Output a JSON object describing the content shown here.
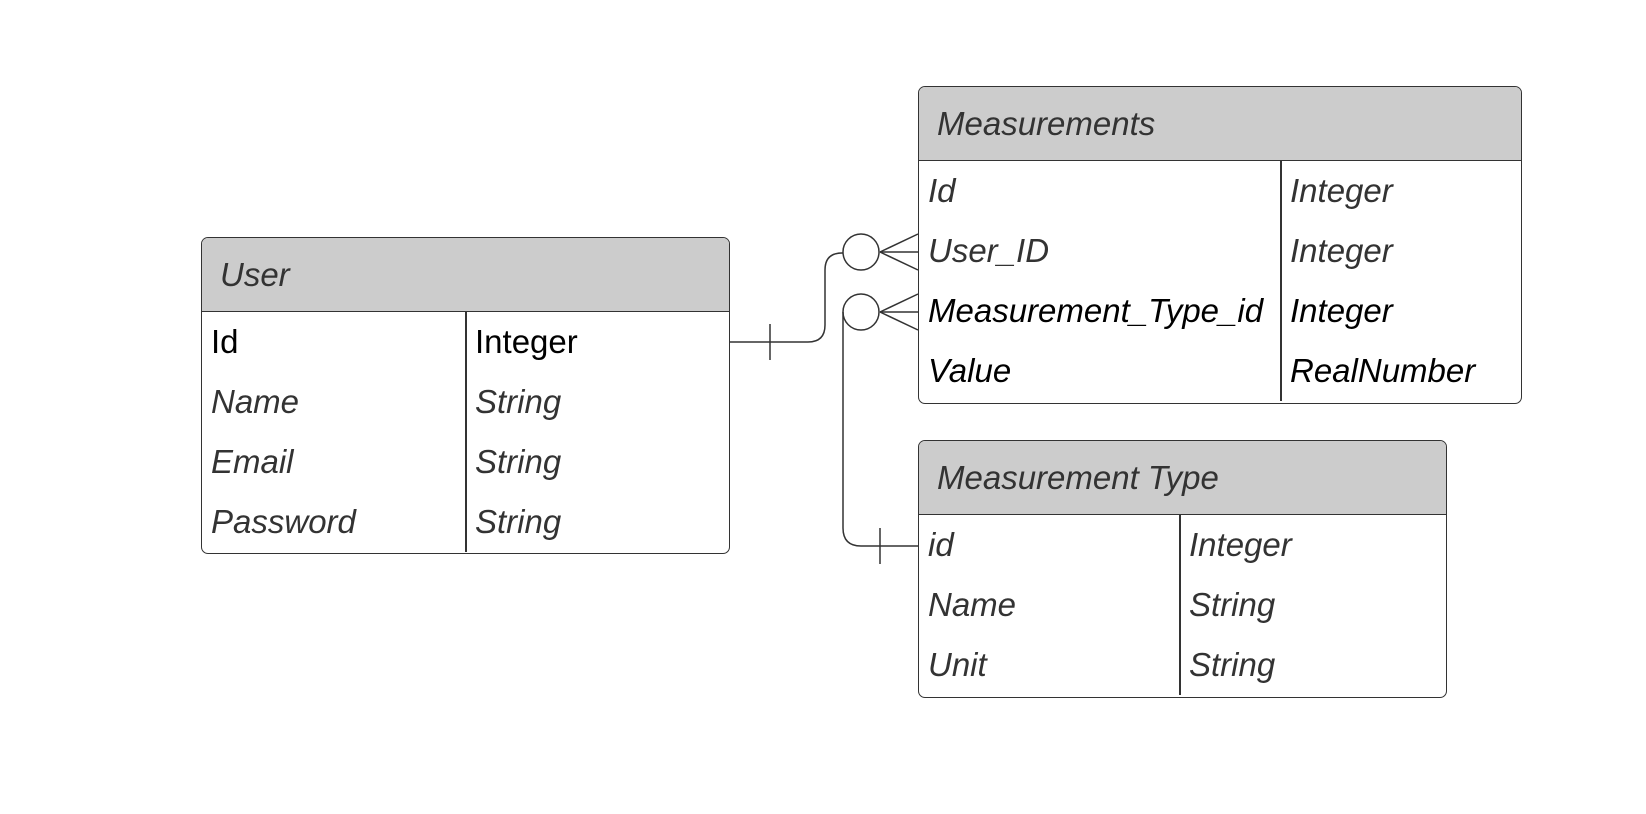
{
  "entities": {
    "user": {
      "title": "User",
      "rows": [
        {
          "name": "Id",
          "type": "Integer"
        },
        {
          "name": "Name",
          "type": "String"
        },
        {
          "name": "Email",
          "type": "String"
        },
        {
          "name": "Password",
          "type": "String"
        }
      ]
    },
    "measurements": {
      "title": "Measurements",
      "rows": [
        {
          "name": "Id",
          "type": "Integer"
        },
        {
          "name": "User_ID",
          "type": "Integer"
        },
        {
          "name": "Measurement_Type_id",
          "type": "Integer"
        },
        {
          "name": "Value",
          "type": "RealNumber"
        }
      ]
    },
    "measurement_type": {
      "title": "Measurement Type",
      "rows": [
        {
          "name": "id",
          "type": "Integer"
        },
        {
          "name": "Name",
          "type": "String"
        },
        {
          "name": "Unit",
          "type": "String"
        }
      ]
    }
  },
  "relationships": [
    {
      "from": "User.Id",
      "to": "Measurements.User_ID",
      "from_cardinality": "one",
      "to_cardinality": "zero-or-many"
    },
    {
      "from": "Measurement Type.id",
      "to": "Measurements.Measurement_Type_id",
      "from_cardinality": "one",
      "to_cardinality": "zero-or-many"
    }
  ],
  "colors": {
    "header_fill": "#cccccc",
    "border": "#333333",
    "text": "#333333"
  }
}
